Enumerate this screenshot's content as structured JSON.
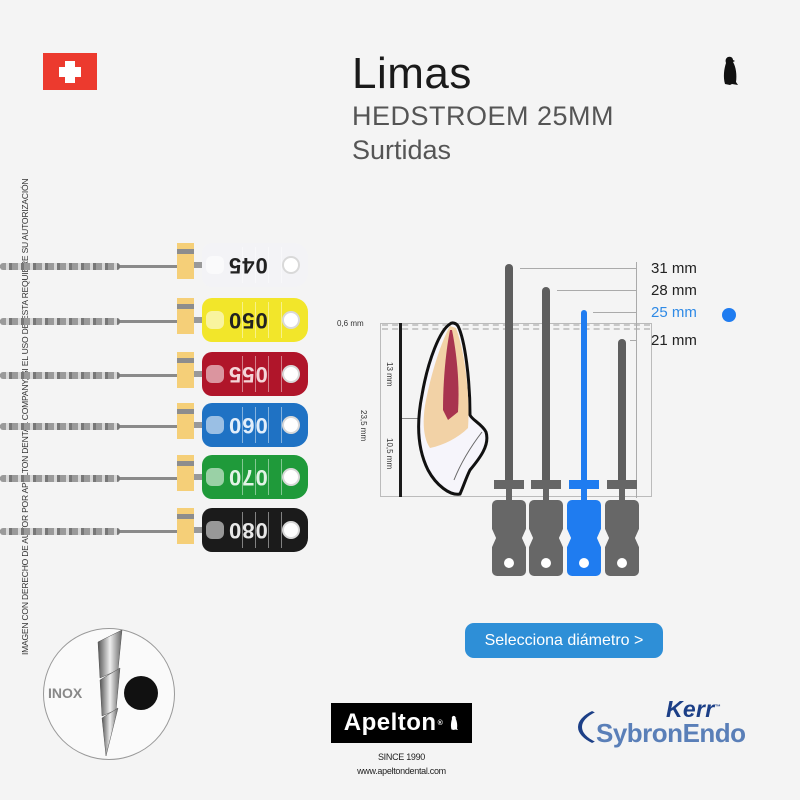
{
  "header": {
    "title": "Limas",
    "subtitle": "HEDSTROEM 25MM",
    "subtitle2": "Surtidas",
    "flag": "swiss-flag",
    "mascot": "penguin-icon"
  },
  "copyright_notice": "IMAGEN CON DERECHO DE AUTOR POR APELTON DENTAL COMPANY, SI EL USO DE ESTA REQUIERE SU AUTORIZACIÓN",
  "files": [
    {
      "number": "045",
      "color": "#f3f3f6",
      "text_color": "#222222"
    },
    {
      "number": "050",
      "color": "#f2e62a",
      "text_color": "#222222"
    },
    {
      "number": "055",
      "color": "#b0152a",
      "text_color": "#f4d6d9"
    },
    {
      "number": "060",
      "color": "#1f72c4",
      "text_color": "#e3eefa"
    },
    {
      "number": "070",
      "color": "#1f9a3a",
      "text_color": "#e2f3e6"
    },
    {
      "number": "080",
      "color": "#1b1b1b",
      "text_color": "#e8e8e8"
    }
  ],
  "tooth_diagram": {
    "top_offset": "0,6 mm",
    "total_length": "23,5 mm",
    "crown_length": "13 mm",
    "root_length": "10,5 mm"
  },
  "lengths": [
    {
      "label": "31 mm",
      "active": false
    },
    {
      "label": "28 mm",
      "active": false
    },
    {
      "label": "25 mm",
      "active": true
    },
    {
      "label": "21 mm",
      "active": false
    }
  ],
  "colors": {
    "active_blue": "#1f7cf0",
    "instrument_gray": "#666666",
    "cta_blue": "#2e8fd7"
  },
  "cta": {
    "label": "Selecciona diámetro >"
  },
  "material_badge": {
    "label": "INOX"
  },
  "footer": {
    "brand": "Apelton",
    "brand_reg": "®",
    "since": "SINCE 1990",
    "website": "www.apeltondental.com",
    "partner_top": "Kerr",
    "partner_tm": "™",
    "partner_bottom": "SybronEndo"
  }
}
